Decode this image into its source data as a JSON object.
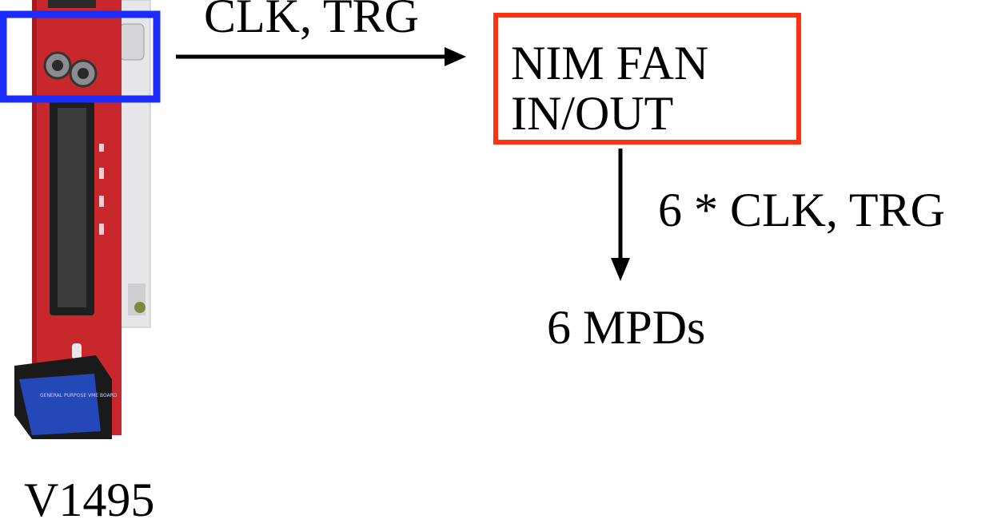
{
  "diagram": {
    "module_name": "V1495",
    "module_panel_text": "GENERAL PURPOSE VME BOARD",
    "input_label": "CLK, TRG",
    "fan_box": {
      "line1": "NIM FAN",
      "line2": "IN/OUT"
    },
    "output_label": "6 * CLK, TRG",
    "destination_label": "6 MPDs"
  },
  "colors": {
    "module_panel": "#c8282b",
    "highlight_box": "#1a2cff",
    "fan_box_border": "#ff3311",
    "arrow": "#000000"
  }
}
